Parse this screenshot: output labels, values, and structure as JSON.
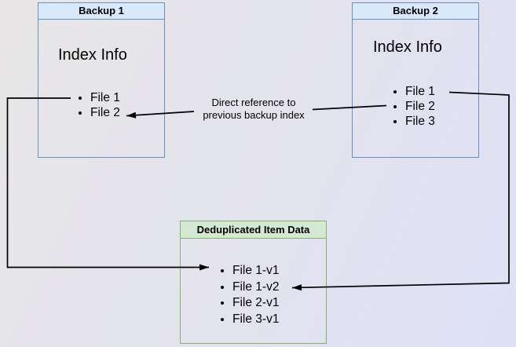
{
  "colors": {
    "bg_start": "#e8e6e6",
    "bg_mid": "#e3e3ee",
    "bg_end": "#dee1f6",
    "blue_fill": "#dae8fc",
    "blue_border": "#6c8ebf",
    "green_fill": "#d5e8d4",
    "green_border": "#82b366",
    "line": "#000000",
    "text": "#000000"
  },
  "backup1": {
    "title": "Backup 1",
    "section_label": "Index Info",
    "items": [
      "File 1",
      "File 2"
    ]
  },
  "backup2": {
    "title": "Backup 2",
    "section_label": "Index Info",
    "items": [
      "File 1",
      "File 2",
      "File 3"
    ]
  },
  "dedup": {
    "title": "Deduplicated Item Data",
    "items": [
      "File 1-v1",
      "File 1-v2",
      "File 2-v1",
      "File 3-v1"
    ]
  },
  "edge_label": {
    "line1": "Direct reference to",
    "line2": "previous backup index"
  }
}
